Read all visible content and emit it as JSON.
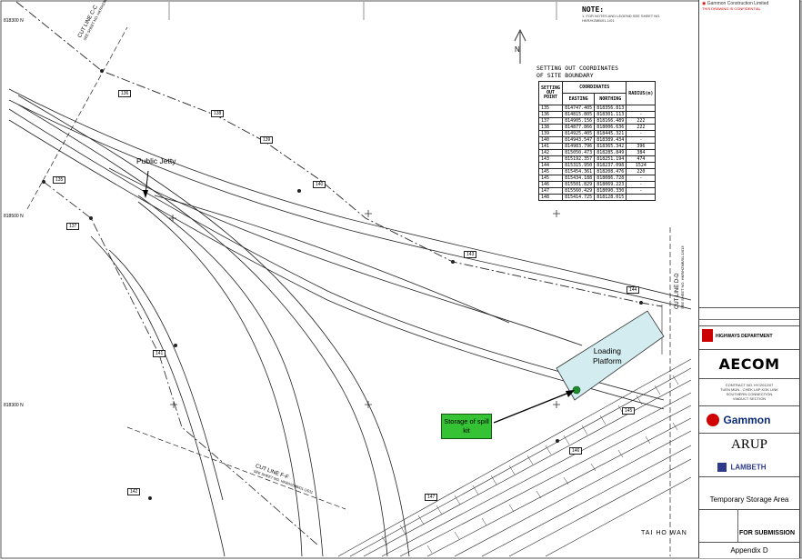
{
  "note": {
    "title": "NOTE:",
    "line1": "1. FOR NOTES AND LEGEND SEE SHEET NO.",
    "line2": "HKR/HZMB/01-1/01"
  },
  "setting_out": {
    "title_line1": "SETTING OUT COORDINATES",
    "title_line2": "OF SITE BOUNDARY",
    "col_point": [
      "SETTING",
      "OUT",
      "POINT"
    ],
    "col_coordinates": "COORDINATES",
    "col_easting": "EASTING",
    "col_northing": "NORTHING",
    "col_radius": "RADIUS(m)",
    "rows": [
      [
        "135",
        "814747.405",
        "818356.813",
        ""
      ],
      [
        "136",
        "814815.805",
        "818301.113",
        "-"
      ],
      [
        "137",
        "814905.156",
        "818166.489",
        "222"
      ],
      [
        "138",
        "814877.866",
        "818006.636",
        "222"
      ],
      [
        "139",
        "814925.405",
        "818445.321",
        "-"
      ],
      [
        "140",
        "814943.547",
        "818389.434",
        "-"
      ],
      [
        "141",
        "814983.796",
        "818365.342",
        "396"
      ],
      [
        "142",
        "815050.473",
        "818285.849",
        "384"
      ],
      [
        "143",
        "815192.357",
        "818251.194",
        "474"
      ],
      [
        "144",
        "815315.950",
        "818237.098",
        "1524"
      ],
      [
        "145",
        "815454.361",
        "818208.476",
        "220"
      ],
      [
        "145",
        "815434.188",
        "818086.728",
        "-"
      ],
      [
        "146",
        "815501.829",
        "818069.223",
        "-"
      ],
      [
        "147",
        "815560.429",
        "818090.330",
        "-"
      ],
      [
        "148",
        "815414.725",
        "818128.015",
        ""
      ]
    ]
  },
  "labels": {
    "public_jetty": "Public Jetty",
    "loading_platform_1": "Loading",
    "loading_platform_2": "Platform",
    "spill_kit_1": "Storage of spill",
    "spill_kit_2": "kit",
    "north": "N",
    "cut_line_cc": "CUT LINE C-C",
    "cut_line_cc_ref": "SEE SHEET NO. HKR/HZMB/01-1/013",
    "cut_line_dd": "CUT LINE D-D",
    "cut_line_dd_ref": "SEE SHEET NO. HKR/HZMB/01-1/013",
    "cut_line_ff": "CUT LINE F-F",
    "cut_line_ff_ref": "SEE SHEET NO. HKR/HZMB/01-1/011",
    "tai_ho_wan": "TAI HO WAN",
    "grid_n1": "818300 N",
    "grid_n2": "818500 N",
    "grid_n3": "818300 N"
  },
  "markers": {
    "m136": "136",
    "m135": "135",
    "m137": "137",
    "m138": "138",
    "m139": "139",
    "m140": "140",
    "m141": "141",
    "m142": "142",
    "m143": "143",
    "m144": "144",
    "m145": "145",
    "m146": "146",
    "m147": "147"
  },
  "titleblock": {
    "gammon_top": "Gammon Construction Limited",
    "gammon_top_red": "THIS DRAWING IS CONFIDENTIAL",
    "hyd_line": "HIGHWAYS DEPARTMENT",
    "aecom": "AECOM",
    "contract_1": "CONTRACT NO. HY/2012/07",
    "contract_2": "TUEN MUN - CHEK LAP KOK LINK",
    "contract_3": "SOUTHERN CONNECTION",
    "contract_4": "VIADUCT SECTION",
    "gammon": "Gammon",
    "arup": "ARUP",
    "lambeth": "LAMBETH",
    "drawing_title": "Temporary Storage Area",
    "status": "FOR SUBMISSION",
    "appendix": "Appendix D"
  },
  "colors": {
    "loading_fill": "#d3ecef",
    "spill_fill": "#35c235",
    "spill_point": "#1d8c2b",
    "arrow": "#000000",
    "gammon_red": "#d10000"
  }
}
